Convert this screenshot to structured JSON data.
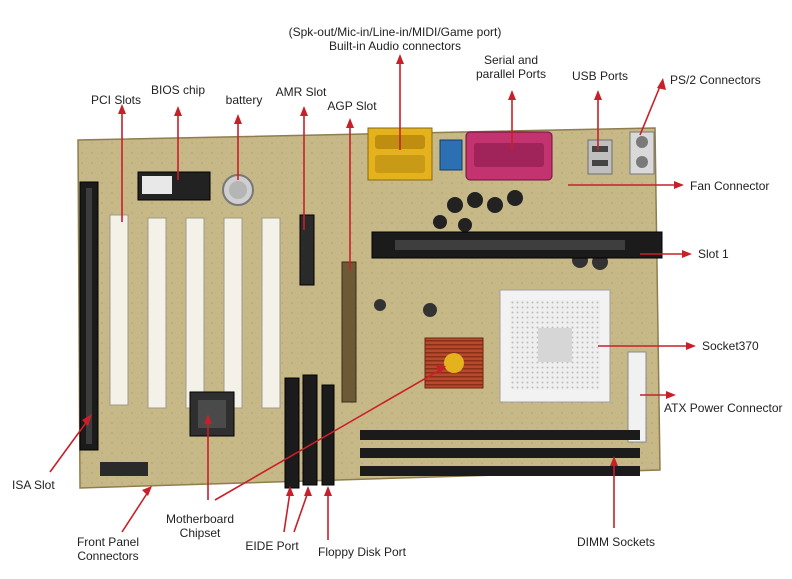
{
  "labels": {
    "audio_line1": "(Spk-out/Mic-in/Line-in/MIDI/Game port)",
    "audio_line2": "Built-in Audio connectors",
    "serial_line1": "Serial and",
    "serial_line2": "parallel Ports",
    "usb": "USB Ports",
    "ps2": "PS/2 Connectors",
    "bios": "BIOS chip",
    "pci": "PCI Slots",
    "battery": "battery",
    "amr": "AMR Slot",
    "agp": "AGP Slot",
    "fan": "Fan Connector",
    "slot1": "Slot 1",
    "socket370": "Socket370",
    "atx_power": "ATX Power Connector",
    "isa": "ISA Slot",
    "front_panel_line1": "Front Panel",
    "front_panel_line2": "Connectors",
    "chipset_line1": "Motherboard",
    "chipset_line2": "Chipset",
    "eide": "EIDE Port",
    "floppy": "Floppy Disk Port",
    "dimm": "DIMM Sockets"
  },
  "colors": {
    "board": "#c9b98a",
    "board_dark": "#a89560",
    "slot_white": "#f4f1e8",
    "slot_black": "#1b1b1b",
    "arrow": "#c8202a",
    "audio_port": "#e3b21d",
    "parallel_port": "#c2336f",
    "chipset": "#b5452a"
  }
}
